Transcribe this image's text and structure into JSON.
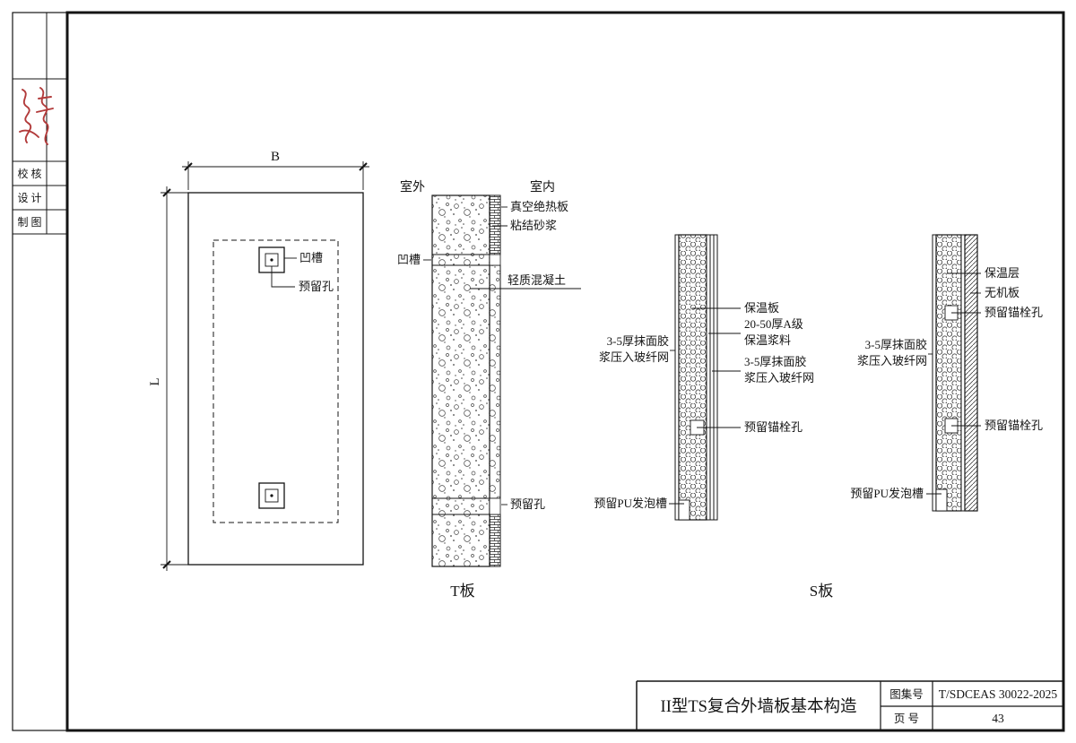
{
  "colors": {
    "line": "#141414",
    "signature_red": "#b23b3b",
    "paper": "#ffffff"
  },
  "sidebar": {
    "rows": [
      {
        "label": "校 核"
      },
      {
        "label": "设 计"
      },
      {
        "label": "制 图"
      }
    ]
  },
  "plan_view": {
    "dim_width": "B",
    "dim_length": "L",
    "label_groove": "凹槽",
    "label_reserved_hole": "预留孔"
  },
  "t_section": {
    "label_outdoor": "室外",
    "label_indoor": "室内",
    "label_vacuum_panel": "真空绝热板",
    "label_bonding_mortar": "粘结砂浆",
    "label_groove": "凹槽",
    "label_lightweight_concrete": "轻质混凝土",
    "label_reserved_hole": "预留孔",
    "caption": "T板"
  },
  "s_section_1": {
    "label_plaster_left_line1": "3-5厚抹面胶",
    "label_plaster_left_line2": "浆压入玻纤网",
    "label_insulation_board": "保温板",
    "label_slurry_line1": "20-50厚A级",
    "label_slurry_line2": "保温浆料",
    "label_plaster_right_line1": "3-5厚抹面胶",
    "label_plaster_right_line2": "浆压入玻纤网",
    "label_anchor_hole": "预留锚栓孔",
    "label_pu_groove": "预留PU发泡槽"
  },
  "s_section_2": {
    "label_insulation_layer": "保温层",
    "label_inorganic_board": "无机板",
    "label_anchor_hole_top": "预留锚栓孔",
    "label_anchor_hole_bottom": "预留锚栓孔",
    "label_plaster_left_line1": "3-5厚抹面胶",
    "label_plaster_left_line2": "浆压入玻纤网",
    "label_pu_groove": "预留PU发泡槽",
    "caption": "S板"
  },
  "title_block": {
    "title": "II型TS复合外墙板基本构造",
    "atlas_label": "图集号",
    "atlas_number": "T/SDCEAS 30022-2025",
    "page_label": "页 号",
    "page_number": "43"
  }
}
